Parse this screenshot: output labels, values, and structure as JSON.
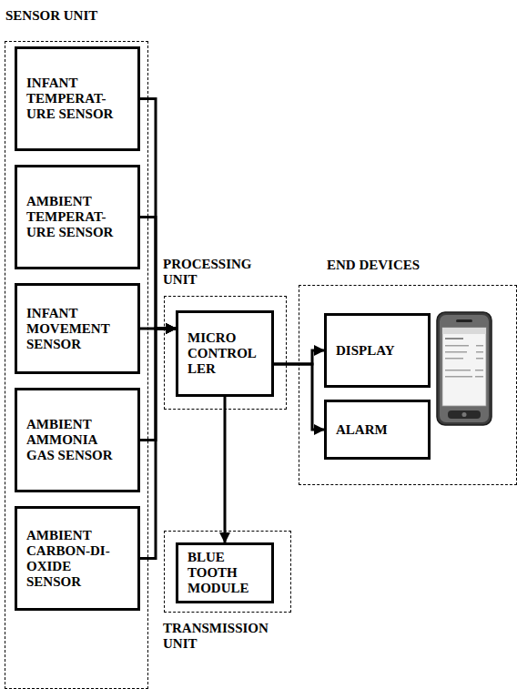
{
  "diagram": {
    "nodes": [
      {
        "text": [
          "SENSOR UNIT"
        ]
      },
      {
        "text": [
          "INFANT TEMPERAT- URE SENSOR"
        ],
        "in": 0
      },
      {
        "text": [
          "AMBIENT TEMPERAT- URE SENSOR"
        ],
        "in": 0
      },
      {
        "text": [
          "INFANT MOVEMENT SENSOR"
        ],
        "in": 0
      },
      {
        "text": [
          "AMBIENT AMMONIA GAS SENSOR"
        ],
        "in": 0
      },
      {
        "text": [
          "AMBIENT CARBON-DI- OXIDE SENSOR"
        ],
        "in": 0
      },
      {
        "text": [
          "PROCESSING UNIT"
        ]
      },
      {
        "text": [
          "MICRO CONTROL LER"
        ],
        "in": 6
      },
      {
        "text": [
          "TRANSMISSION UNIT"
        ]
      },
      {
        "text": [
          "BLUE TOOTH MODULE"
        ],
        "in": 8
      },
      {
        "text": [
          "END DEVICES"
        ]
      },
      {
        "text": [
          "DISPLAY"
        ],
        "in": 10
      },
      {
        "text": [
          "ALARM"
        ],
        "in": 10
      }
    ],
    "edges": [
      {
        "from": 1,
        "to": 7,
        "arrow": "to"
      },
      {
        "from": 2,
        "to": 7,
        "arrow": "to"
      },
      {
        "from": 3,
        "to": 7,
        "arrow": "to"
      },
      {
        "from": 4,
        "to": 7,
        "arrow": "to"
      },
      {
        "from": 5,
        "to": 7,
        "arrow": "to"
      },
      {
        "from": 7,
        "to": 11,
        "arrow": "to"
      },
      {
        "from": 7,
        "to": 12,
        "arrow": "to"
      },
      {
        "from": 7,
        "to": 9,
        "arrow": "to"
      }
    ]
  }
}
